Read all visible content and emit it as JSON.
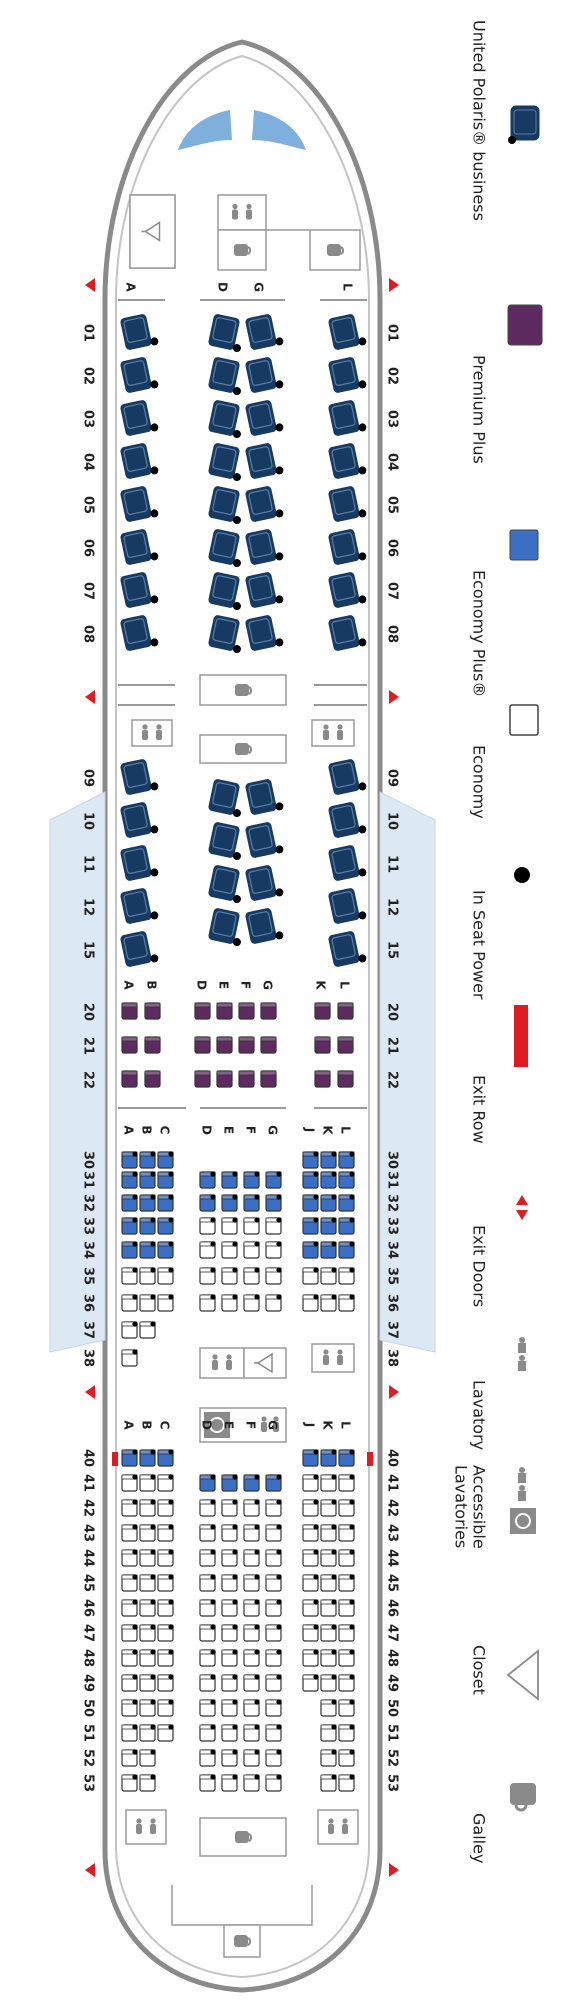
{
  "legend": [
    {
      "key": "polaris",
      "label": "United Polaris® business"
    },
    {
      "key": "premium",
      "label": "Premium Plus"
    },
    {
      "key": "econplus",
      "label": "Economy Plus®"
    },
    {
      "key": "economy",
      "label": "Economy"
    },
    {
      "key": "power",
      "label": "In Seat Power"
    },
    {
      "key": "exitrow",
      "label": "Exit Row"
    },
    {
      "key": "exitdoors",
      "label": "Exit Doors"
    },
    {
      "key": "lavatory",
      "label": "Lavatory"
    },
    {
      "key": "accessible",
      "label": "Accessible Lavatories"
    },
    {
      "key": "closet",
      "label": "Closet"
    },
    {
      "key": "galley",
      "label": "Galley"
    }
  ],
  "colors": {
    "polaris": "#173a63",
    "premium": "#5e2b60",
    "econplus": "#3a6fc5",
    "economy": "#ffffff",
    "exit": "#e11b22",
    "window": "#dce9f5",
    "outline": "#9a9a9a"
  },
  "polaris_rows_a": [
    "01",
    "02",
    "03",
    "04",
    "05",
    "06",
    "07",
    "08"
  ],
  "polaris_rows_b": [
    "09",
    "10",
    "11",
    "12",
    "15"
  ],
  "premium_rows": [
    "20",
    "21",
    "22"
  ],
  "economy_rows_a": [
    "30",
    "31",
    "32",
    "33",
    "34",
    "35",
    "36",
    "37",
    "38"
  ],
  "economy_rows_b": [
    "40",
    "41",
    "42",
    "43",
    "44",
    "45",
    "46",
    "47",
    "48",
    "49",
    "50",
    "51",
    "52",
    "53"
  ],
  "letters": {
    "polaris_left": "A",
    "polaris_center": "D  G",
    "polaris_right": "L",
    "premium_left": "A B",
    "premium_center": "D E F G",
    "premium_right": "K L",
    "economy_left": "A B C",
    "economy_center": "D E F G",
    "economy_right": "J K L"
  }
}
